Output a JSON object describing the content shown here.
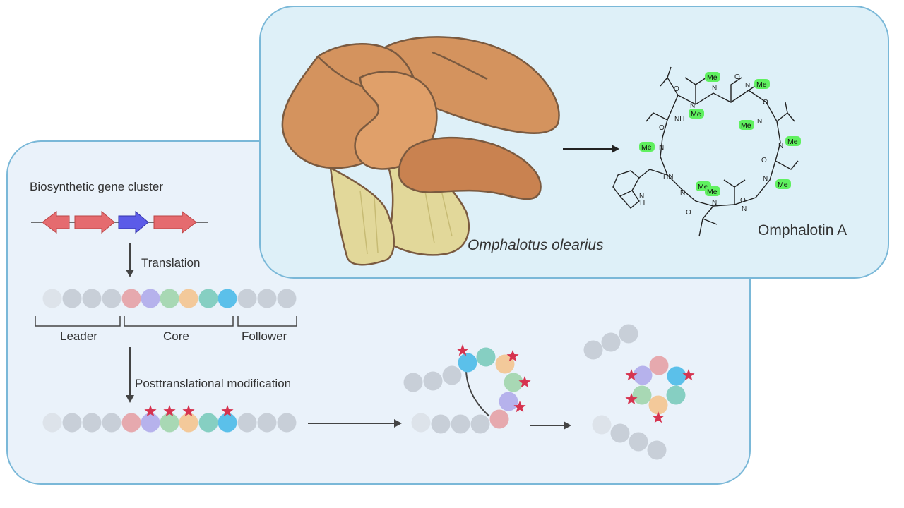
{
  "labels": {
    "gene_cluster": "Biosynthetic gene cluster",
    "translation": "Translation",
    "leader": "Leader",
    "core": "Core",
    "follower": "Follower",
    "ptm": "Posttranslational modification",
    "organism": "Omphalotus olearius",
    "product": "Omphalotin A",
    "methyl": "Me"
  },
  "colors": {
    "lower_panel_bg": "#eaf2fa",
    "upper_panel_bg": "#def0f8",
    "panel_border": "#7ab8d8",
    "gene_red": "#e56b6f",
    "gene_blue": "#5b5be8",
    "bead_grey": "#c8cfd8",
    "bead_light": "#dde3ea",
    "bead_pink": "#e6a9ae",
    "bead_purple": "#b6b2ec",
    "bead_green": "#a8d8b4",
    "bead_orange": "#f3c99a",
    "bead_teal": "#86cfc2",
    "bead_blue": "#5bc0ea",
    "star": "#d6334f",
    "mushroom_cap": "#d4935e",
    "mushroom_stem": "#e2d89a",
    "methyl_tag": "#5ff05f"
  }
}
